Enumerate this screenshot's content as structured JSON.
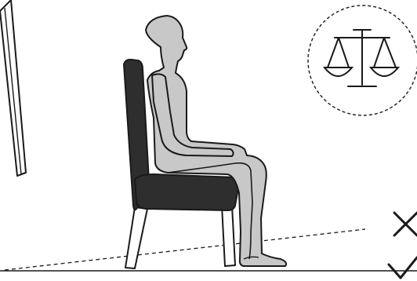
{
  "diagram": {
    "subject": "seated-person-on-chair",
    "floor_line": "solid",
    "tilt_line": "dashed",
    "balance_badge": "scales-icon",
    "marks": [
      "x-mark-icon",
      "check-mark-icon"
    ]
  },
  "colors": {
    "outline": "#1a1a1a",
    "person_fill": "#c8c8c8",
    "chair_fill": "#2e2e2e",
    "chair_leg_fill": "#ffffff",
    "background": "#ffffff"
  }
}
